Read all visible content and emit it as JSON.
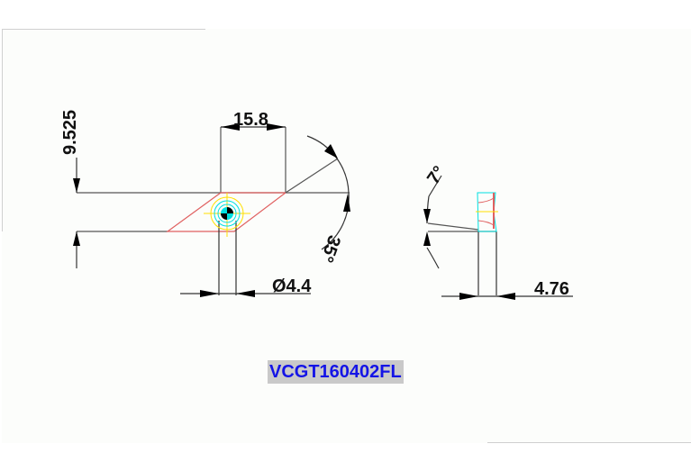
{
  "drawing": {
    "part_number": "VCGT160402FL",
    "dimensions": {
      "inscribed_circle_height": "9.525",
      "edge_length": "15.8",
      "hole_diameter": "Ø4.4",
      "thickness": "4.76",
      "corner_angle": "35°",
      "clearance_angle": "7°"
    },
    "views": [
      "top-view",
      "side-view"
    ]
  },
  "colors": {
    "outline": "#555555",
    "insert_edge": "#e06060",
    "center_mark": "#00e0e0",
    "center_line": "#ffe000",
    "label_text": "#1414e6",
    "label_bg": "#c9c9c9"
  }
}
